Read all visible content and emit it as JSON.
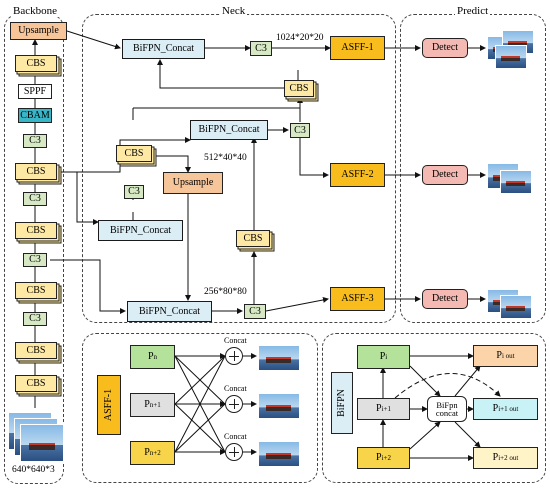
{
  "panels": {
    "backbone": "Backbone",
    "neck": "Neck",
    "predict": "Predict"
  },
  "backbone": {
    "upsample": "Upsample",
    "cbs": "CBS",
    "sppf": "SPPF",
    "cbam": "CBAM",
    "c3": "C3",
    "input_size": "640*640*3"
  },
  "neck": {
    "bifpn_concat": "BiFPN_Concat",
    "cbs": "CBS",
    "c3": "C3",
    "upsample": "Upsample",
    "dim1": "1024*20*20",
    "dim2": "512*40*40",
    "dim3": "256*80*80"
  },
  "asff": {
    "a1": "ASFF-1",
    "a2": "ASFF-2",
    "a3": "ASFF-3"
  },
  "predict": {
    "detect": "Detect"
  },
  "asff_detail": {
    "side": "ASFF-1",
    "p_n": "P",
    "p_n_sub": "n",
    "p_n1": "P",
    "p_n1_sub": "n+1",
    "p_n2": "P",
    "p_n2_sub": "n+2",
    "concat": "Concat"
  },
  "bifpn_detail": {
    "side": "BiFPN",
    "pi": "P",
    "pi_sub": "i",
    "pi1": "P",
    "pi1_sub": "i+1",
    "pi2": "P",
    "pi2_sub": "i+2",
    "center": "BiFpn concat",
    "pi_out": "P",
    "pi_out_sub": "i out",
    "pi1_out": "P",
    "pi1_out_sub": "i+1 out",
    "pi2_out": "P",
    "pi2_out_sub": "i+2 out"
  },
  "colors": {
    "cbs": "#fde9a3",
    "c3": "#d6e9c4",
    "bifpn": "#dbeef6",
    "upsample": "#f7c59a",
    "asff": "#f8bc1c",
    "detect": "#f4b9b2",
    "cbam": "#37b6c8"
  }
}
